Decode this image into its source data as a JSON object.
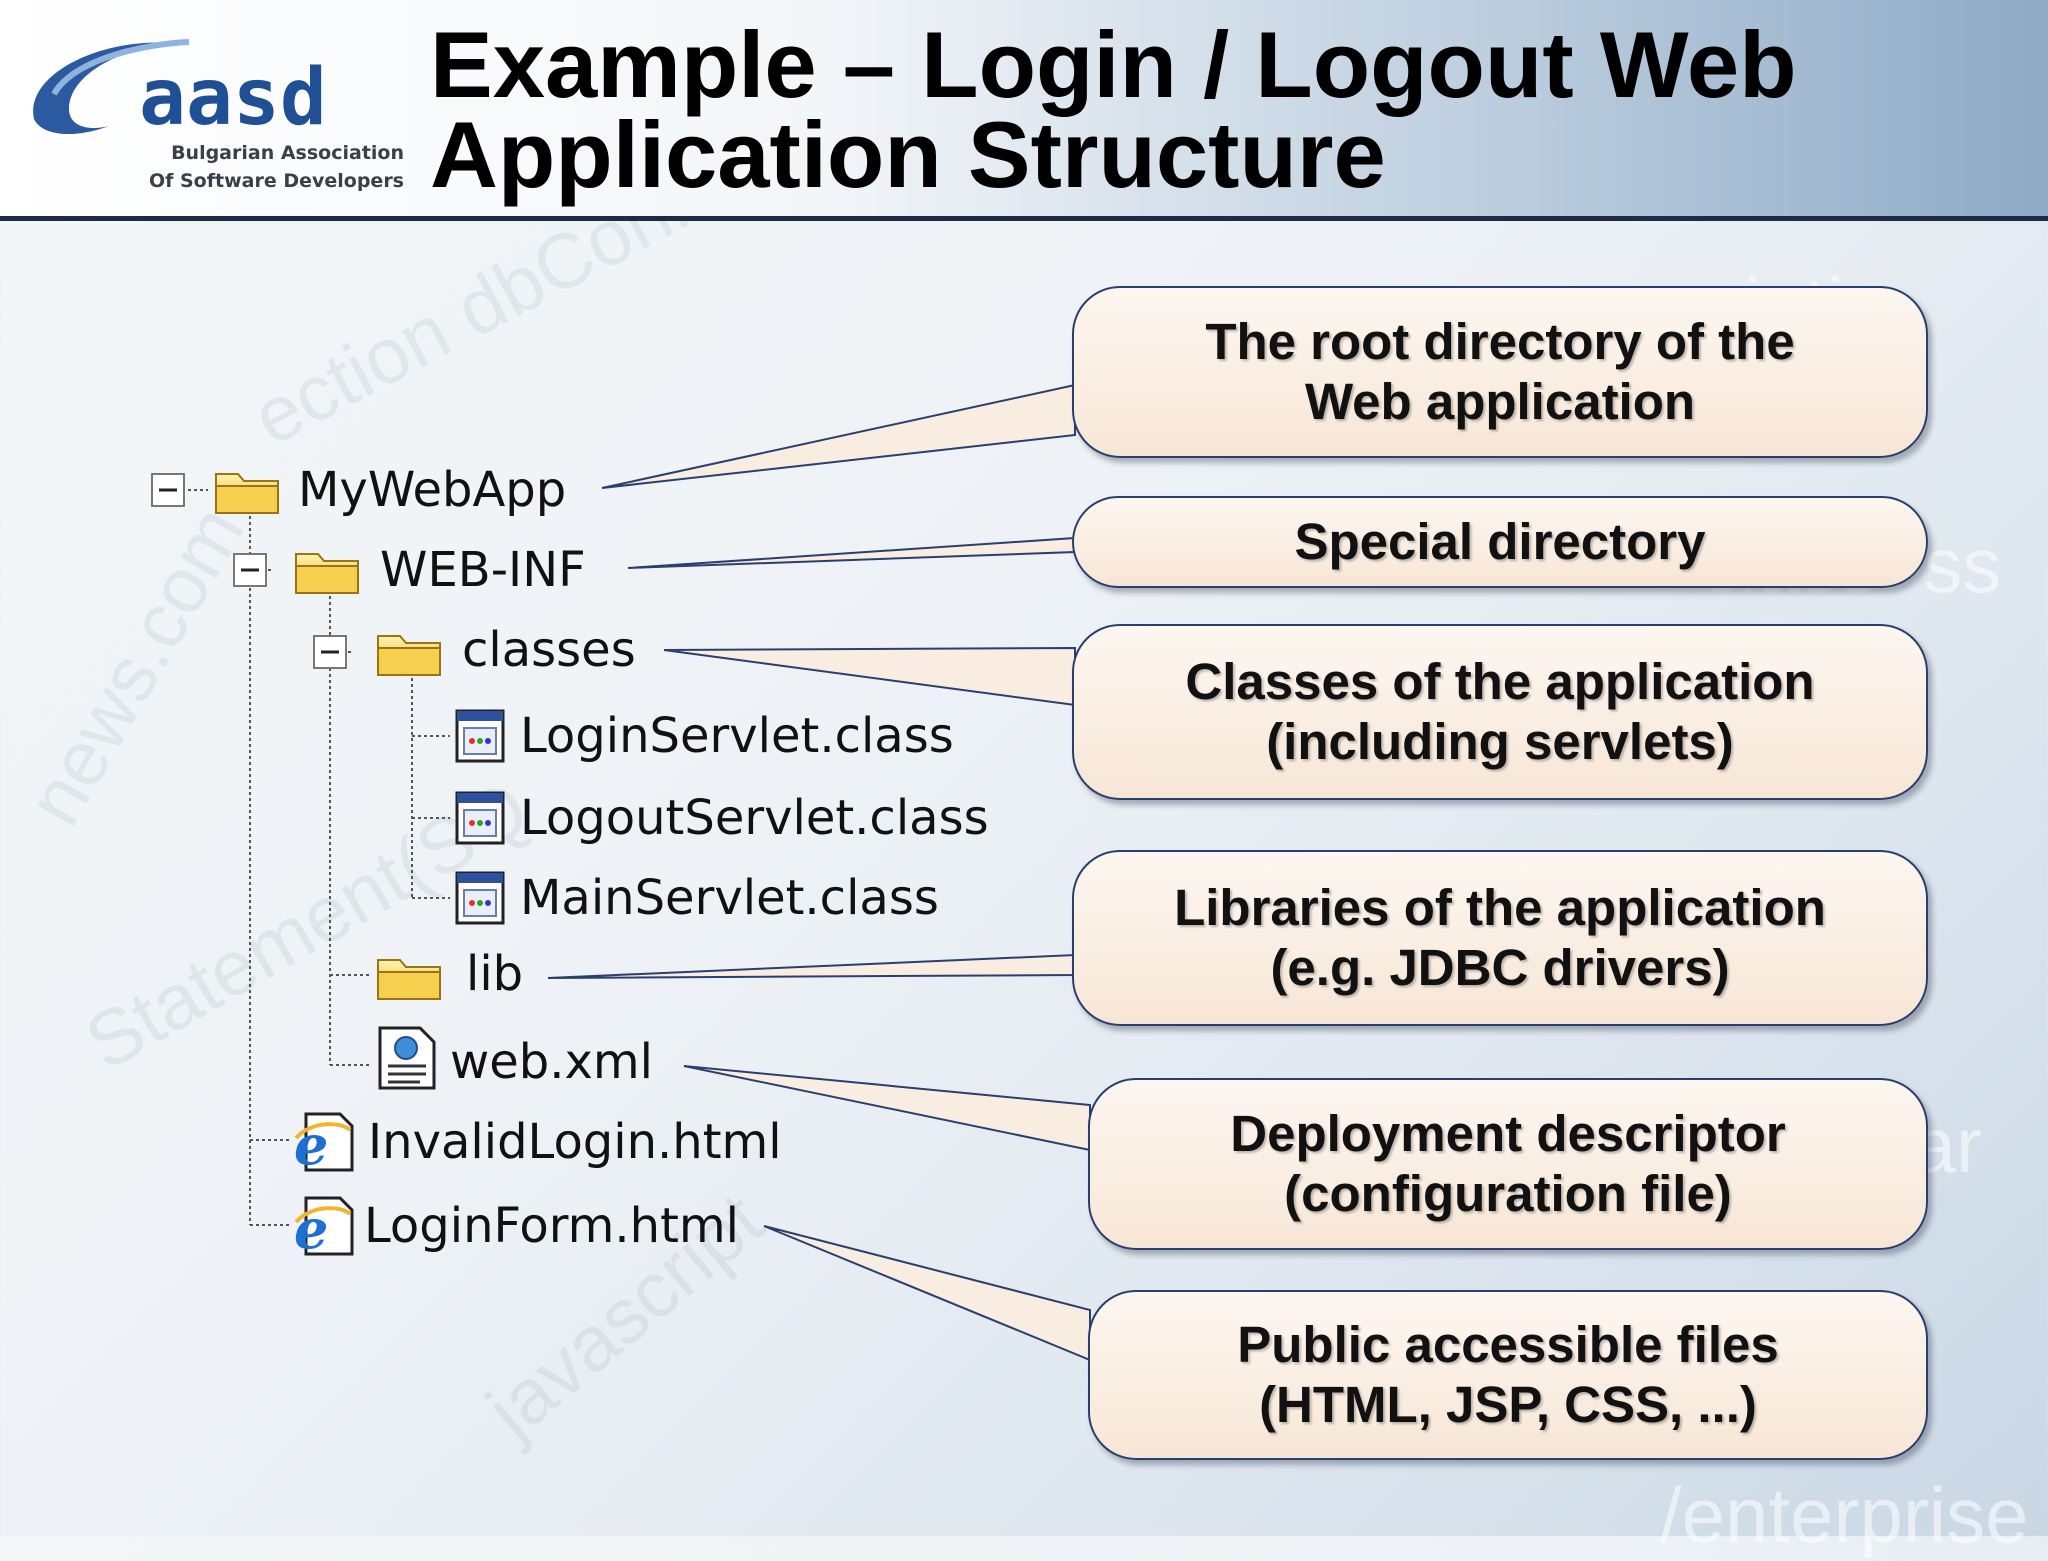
{
  "logo": {
    "wordmark": "aasd",
    "subtitle_line1": "Bulgarian Association",
    "subtitle_line2": "Of Software Developers"
  },
  "title": {
    "line1": "Example – Login / Logout Web",
    "line2": "Application Structure"
  },
  "tree": {
    "root": "MyWebApp",
    "web_inf": "WEB-INF",
    "classes": "classes",
    "login_servlet": "LoginServlet.class",
    "logout_servlet": "LogoutServlet.class",
    "main_servlet": "MainServlet.class",
    "lib": "lib",
    "web_xml": "web.xml",
    "invalid_login": "InvalidLogin.html",
    "login_form": "LoginForm.html"
  },
  "callouts": {
    "root": "The root directory of the\nWeb application",
    "special": "Special directory",
    "classes": "Classes of the application\n(including servlets)",
    "libraries": "Libraries of the application\n(e.g. JDBC drivers)",
    "deployment": "Deployment descriptor\n(configuration file)",
    "public": "Public accessible files\n(HTML, JSP, CSS, ...)"
  },
  "colors": {
    "callout_border": "#2a3f6e",
    "callout_fill": "#f7e6d6",
    "header_rule": "#1d2b45",
    "folder": "#f2c94c"
  }
}
